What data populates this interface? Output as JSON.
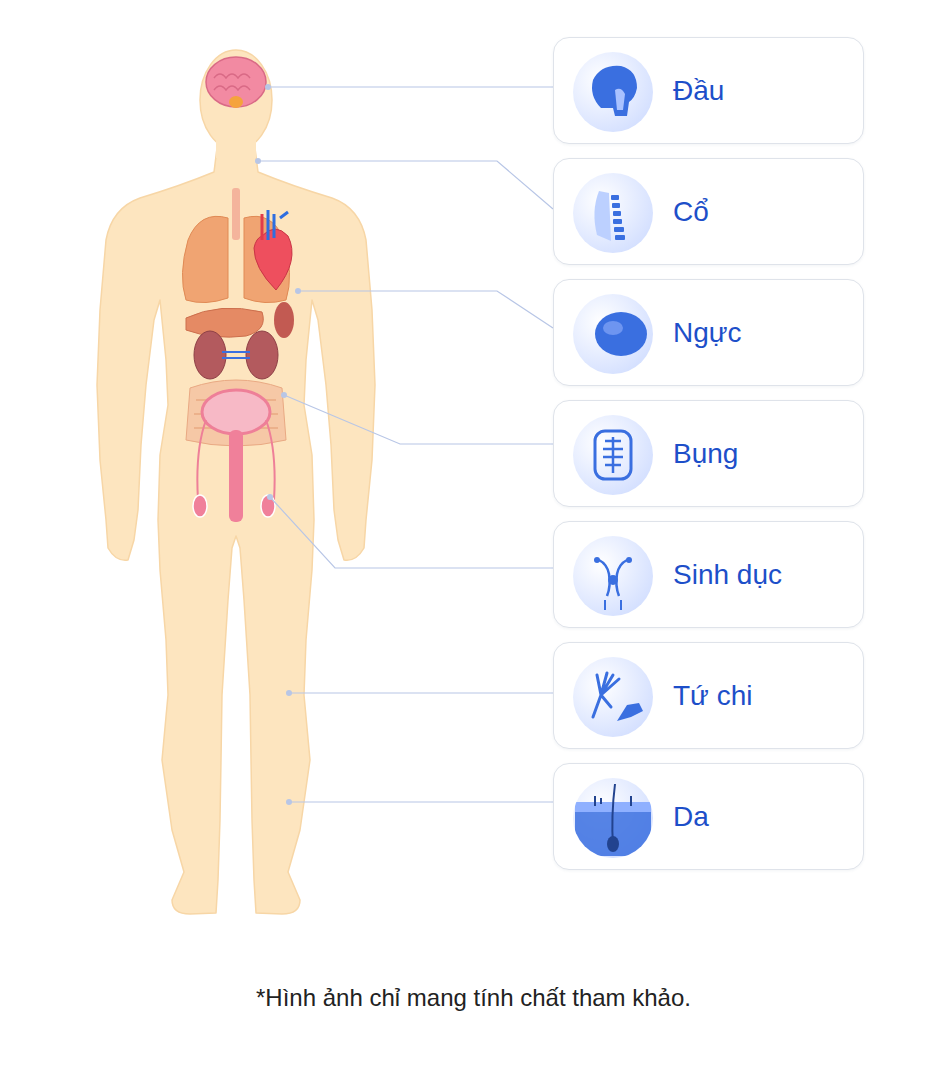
{
  "diagram": {
    "caption": "*Hình ảnh chỉ mang tính chất tham khảo.",
    "nodes": [
      {
        "text": [
          "Đầu"
        ]
      },
      {
        "text": [
          "Cổ"
        ]
      },
      {
        "text": [
          "Ngực"
        ]
      },
      {
        "text": [
          "Bụng"
        ]
      },
      {
        "text": [
          "Sinh dục"
        ]
      },
      {
        "text": [
          "Tứ chi"
        ]
      },
      {
        "text": [
          "Da"
        ]
      }
    ]
  }
}
